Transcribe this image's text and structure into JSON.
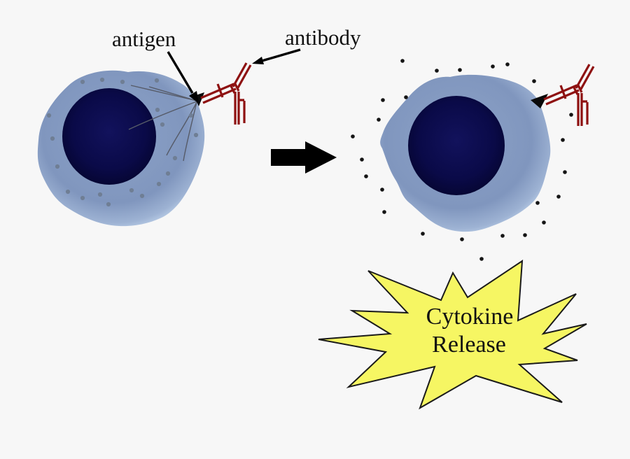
{
  "labels": {
    "antigen": "antigen",
    "antibody": "antibody"
  },
  "starburst": {
    "line1": "Cytokine",
    "line2": "Release"
  },
  "colors": {
    "background": "#f7f7f7",
    "cell_highlight": "#8da3c8",
    "cell_body": "#8096be",
    "cell_rim": "#b3c7e2",
    "nucleus_center": "#12125c",
    "nucleus": "#0a0a48",
    "nucleus_edge": "#060634",
    "granule": "#6f7e94",
    "fiber": "#565b68",
    "antibody_red": "#8e1111",
    "antigen_black": "#0a0a0a",
    "arrow_black": "#000000",
    "cytokine_dot": "#151515",
    "star_fill": "#f6f663",
    "star_outline": "#1a1a1a",
    "text": "#111111"
  }
}
